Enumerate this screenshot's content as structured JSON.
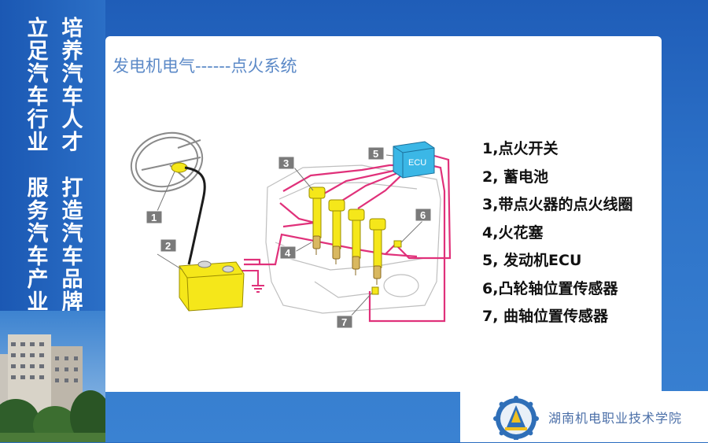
{
  "slide": {
    "title": "发电机电气------点火系统"
  },
  "slogans": {
    "line1": "培养汽车人才",
    "line2": "立足汽车行业",
    "line3": "打造汽车品牌",
    "line4": "服务汽车产业"
  },
  "diagram": {
    "labels": [
      "1",
      "2",
      "3",
      "4",
      "5",
      "6",
      "7"
    ],
    "ecu_text": "ECU"
  },
  "legend": {
    "items": [
      "1,点火开关",
      "2, 蓄电池",
      "3,带点火器的点火线圈",
      "4,火花塞",
      "5, 发动机ECU",
      "6,凸轮轴位置传感器",
      "7, 曲轴位置传感器"
    ]
  },
  "footer": {
    "school": "湖南机电职业技术学院"
  },
  "colors": {
    "wire": "#e0317a",
    "coil": "#f5e71a",
    "ecu": "#3bb7e6",
    "label_box": "#7a7a7a",
    "title": "#5b89c7"
  }
}
